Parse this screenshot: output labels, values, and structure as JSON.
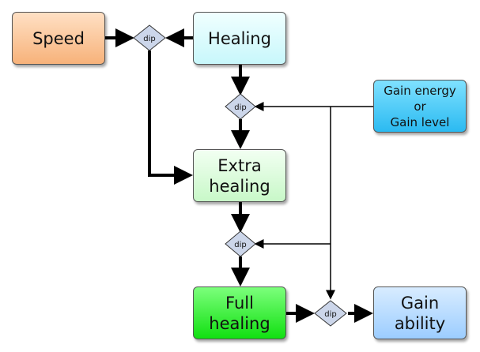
{
  "nodes": {
    "speed": "Speed",
    "healing": "Healing",
    "extra_healing": "Extra\nhealing",
    "full_healing": "Full\nhealing",
    "gain_ability": "Gain\nability",
    "gain_energy": "Gain energy\nor\nGain level"
  },
  "dips": [
    "dip",
    "dip",
    "dip",
    "dip"
  ],
  "colors": {
    "speed": "#f7b27a",
    "healing": "#c8f7fb",
    "extra_healing": "#c8f8c8",
    "full_healing": "#11e011",
    "gain_ability": "#9ccdff",
    "gain_energy": "#2bbaf1",
    "dip": "#ccd6ea"
  }
}
